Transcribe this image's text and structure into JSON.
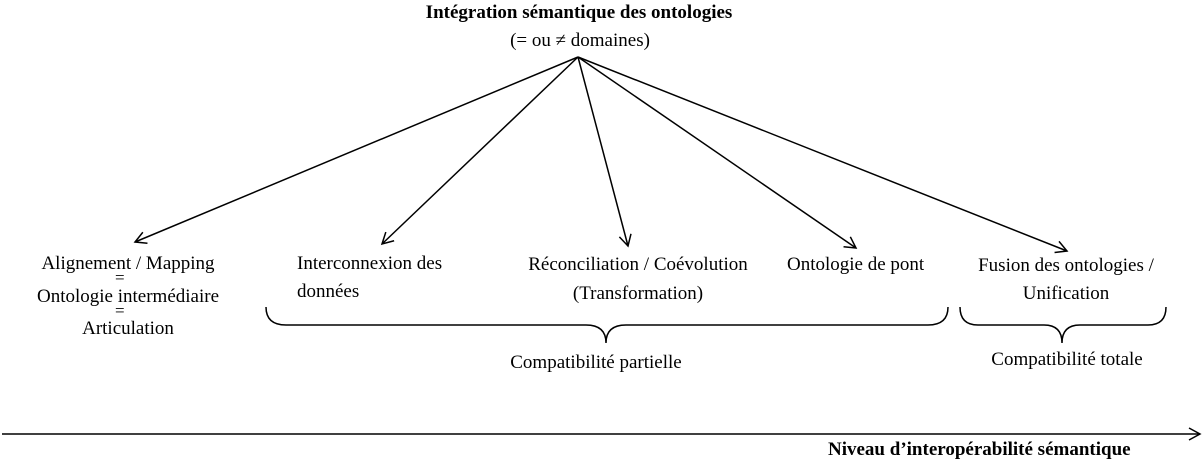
{
  "root": {
    "title": "Intégration  sémantique  des ontologies",
    "subtitle": "(= ou ≠ domaines)"
  },
  "branches": {
    "alignement": [
      "Alignement / Mapping",
      "Ontologie intermédiaire",
      "Articulation"
    ],
    "equals_sign": "=",
    "interconnexion": [
      "Interconnexion des",
      "données"
    ],
    "reconciliation": [
      "Réconciliation / Coévolution",
      "(Transformation)"
    ],
    "pont": "Ontologie de pont",
    "fusion": [
      "Fusion des ontologies /",
      "Unification"
    ]
  },
  "groups": {
    "partielle": "Compatibilité partielle",
    "totale": "Compatibilité totale"
  },
  "axis": {
    "label": "Niveau d’interopérabilité  sémantique"
  }
}
